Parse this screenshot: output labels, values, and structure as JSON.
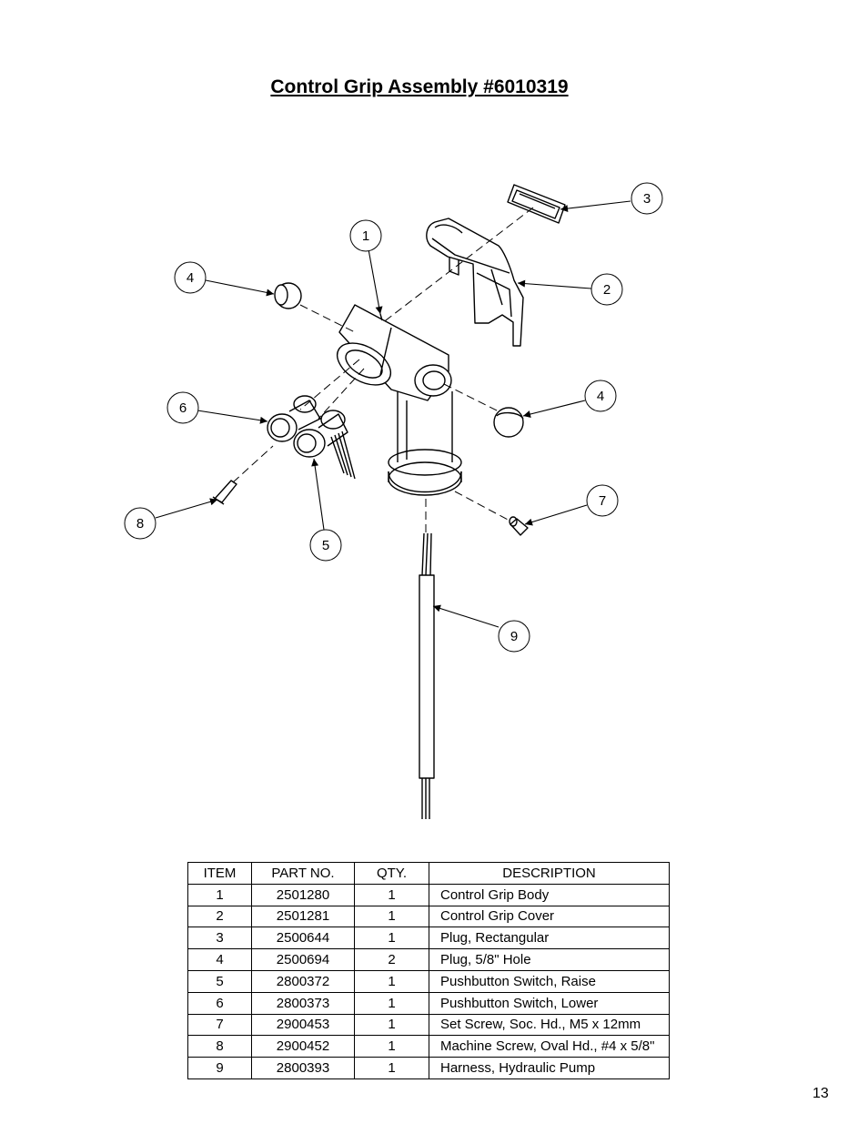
{
  "title": "Control Grip Assembly #6010319",
  "callouts": [
    "1",
    "2",
    "3",
    "4",
    "4",
    "5",
    "6",
    "7",
    "8",
    "9"
  ],
  "table": {
    "headers": [
      "ITEM",
      "PART NO.",
      "QTY.",
      "DESCRIPTION"
    ],
    "rows": [
      [
        "1",
        "2501280",
        "1",
        "Control Grip Body"
      ],
      [
        "2",
        "2501281",
        "1",
        "Control Grip Cover"
      ],
      [
        "3",
        "2500644",
        "1",
        "Plug, Rectangular"
      ],
      [
        "4",
        "2500694",
        "2",
        "Plug, 5/8\" Hole"
      ],
      [
        "5",
        "2800372",
        "1",
        "Pushbutton Switch, Raise"
      ],
      [
        "6",
        "2800373",
        "1",
        "Pushbutton Switch, Lower"
      ],
      [
        "7",
        "2900453",
        "1",
        "Set Screw, Soc. Hd., M5 x 12mm"
      ],
      [
        "8",
        "2900452",
        "1",
        "Machine Screw, Oval Hd., #4 x 5/8\""
      ],
      [
        "9",
        "2800393",
        "1",
        "Harness, Hydraulic Pump"
      ]
    ]
  },
  "page_number": "13"
}
